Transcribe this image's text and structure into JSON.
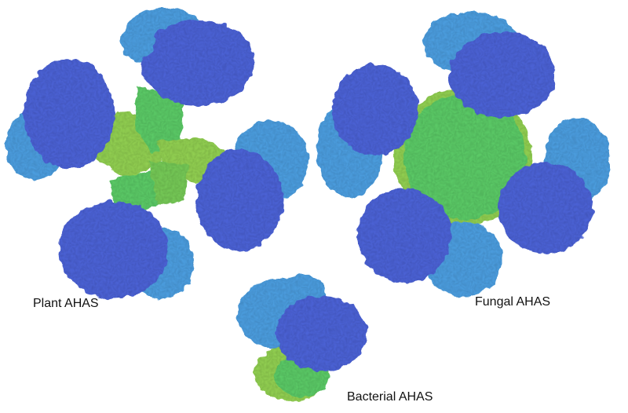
{
  "labels": {
    "plant": "Plant AHAS",
    "fungal": "Fungal AHAS",
    "bacterial": "Bacterial AHAS"
  },
  "colors": {
    "background": "#ffffff",
    "regulatory_green": "#5fd06a",
    "regulatory_lime": "#96d654",
    "catalytic_blue": "#4f66dd",
    "catalytic_light_blue": "#4fa3e6",
    "text": "#111111"
  }
}
